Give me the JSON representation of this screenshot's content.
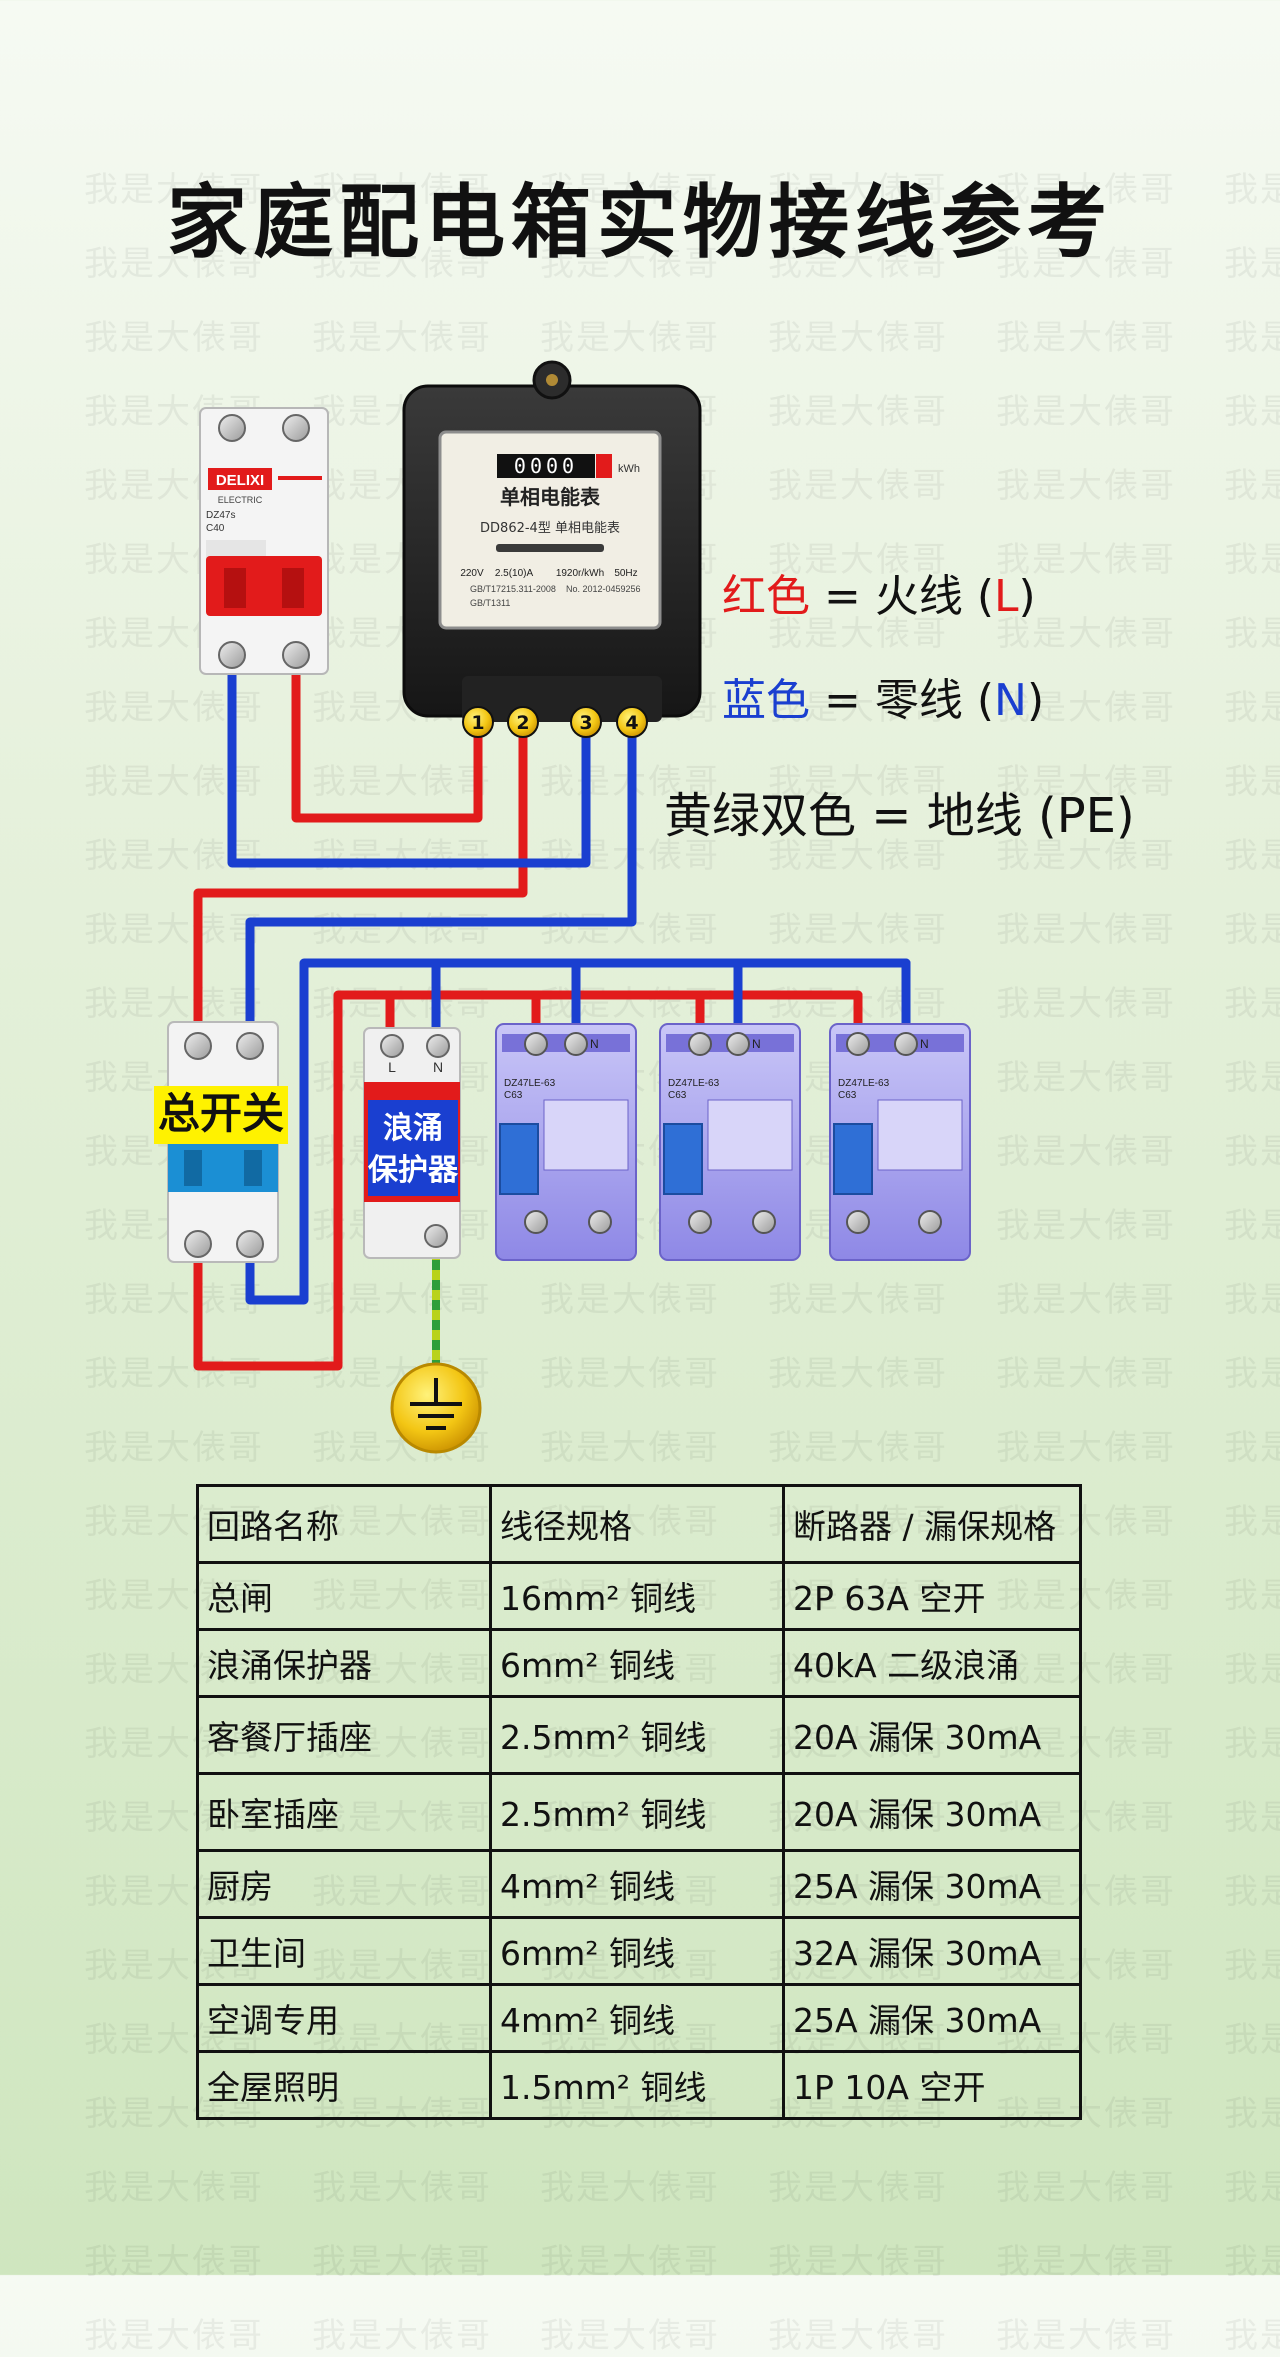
{
  "watermark_text": "我是大俵哥",
  "title": "家庭配电箱实物接线参考",
  "legend": {
    "red_word": "红色",
    "red_meaning": "= 火线",
    "red_code": "L",
    "blue_word": "蓝色",
    "blue_meaning": "= 零线",
    "blue_code": "N",
    "ground": "黄绿双色 = 地线 (PE)"
  },
  "colors": {
    "live": "#e21b1b",
    "neutral": "#1a3fd0",
    "ground": "#b9d21a"
  },
  "meter": {
    "name": "单相电能表",
    "model": "DD862-4型 单相电能表",
    "counter": "0000",
    "unit": "kWh",
    "specs": [
      "220V",
      "2.5(10)A",
      "1920r/kWh",
      "50Hz"
    ],
    "standard": "GB/T17215.311-2008",
    "serial_no": "No. 2012-0459256",
    "std2": "GB/T1311",
    "terminals": [
      "1",
      "2",
      "3",
      "4"
    ]
  },
  "delixi_breaker": {
    "brand": "DELIXI",
    "sub": "ELECTRIC",
    "model": "DZ47s",
    "rating": "C40"
  },
  "main_switch": {
    "label": "总开关"
  },
  "surge_protector": {
    "label_line1": "浪涌",
    "label_line2": "保护器",
    "term_l": "L",
    "term_n": "N"
  },
  "rcbo": {
    "model": "DZ47LE-63",
    "rating": "C63",
    "term_n": "N"
  },
  "table": {
    "headers": [
      "回路名称",
      "线径规格",
      "断路器 / 漏保规格"
    ],
    "rows": [
      [
        "总闸",
        "16mm² 铜线",
        "2P 63A 空开"
      ],
      [
        "浪涌保护器",
        "6mm² 铜线",
        "40kA 二级浪涌"
      ],
      [
        "客餐厅插座",
        "2.5mm² 铜线",
        "20A 漏保 30mA"
      ],
      [
        "卧室插座",
        "2.5mm² 铜线",
        "20A 漏保 30mA"
      ],
      [
        "厨房",
        "4mm² 铜线",
        "25A 漏保 30mA"
      ],
      [
        "卫生间",
        "6mm² 铜线",
        "32A 漏保 30mA"
      ],
      [
        "空调专用",
        "4mm² 铜线",
        "25A 漏保 30mA"
      ],
      [
        "全屋照明",
        "1.5mm² 铜线",
        "1P 10A 空开"
      ]
    ]
  }
}
